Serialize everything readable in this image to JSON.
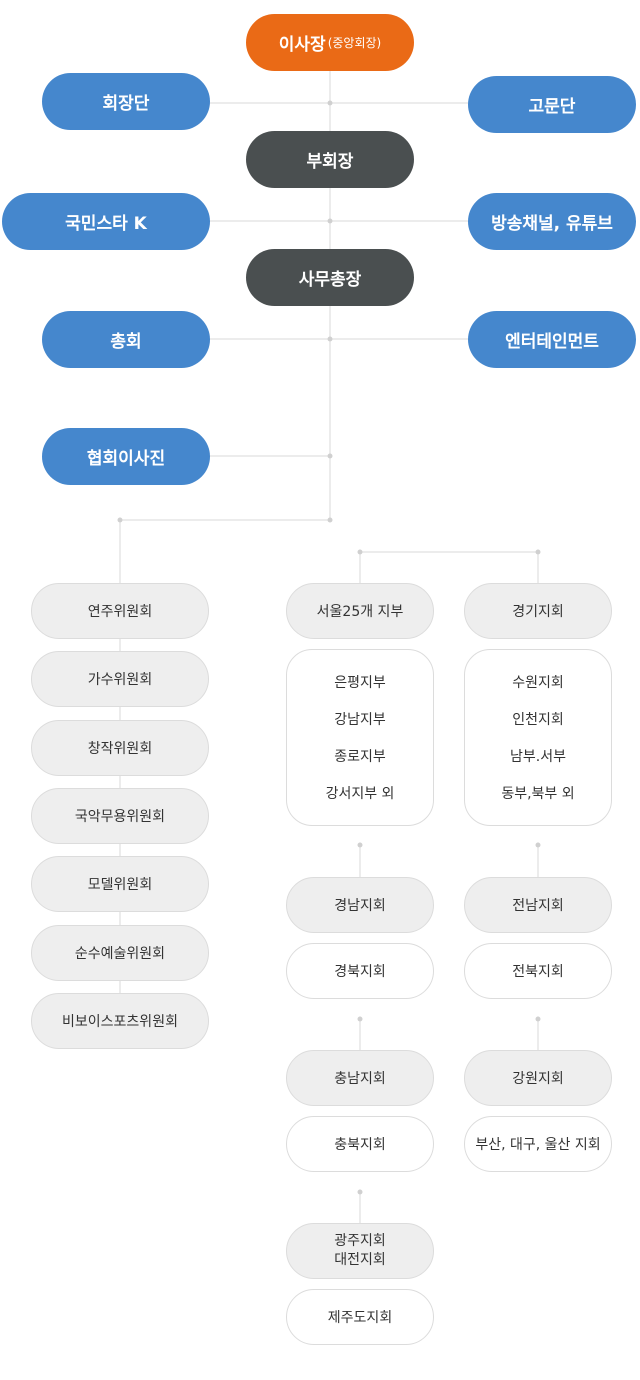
{
  "top": {
    "chairman": "이사장",
    "chairman_sub": "(중앙회장)",
    "leadership": "회장단",
    "advisors": "고문단",
    "vice_chairman": "부회장",
    "national_star": "국민스타 K",
    "channel": "방송채널, 유튜브",
    "secretary_general": "사무총장",
    "general_assembly": "총회",
    "entertainment": "엔터테인먼트",
    "board": "협회이사진"
  },
  "committees": [
    "연주위원회",
    "가수위원회",
    "창작위원회",
    "국악무용위원회",
    "모델위원회",
    "순수예술위원회",
    "비보이스포츠위원회"
  ],
  "seoul": {
    "title": "서울25개 지부",
    "items": [
      "은평지부",
      "강남지부",
      "종로지부",
      "강서지부 외"
    ]
  },
  "gyeonggi": {
    "title": "경기지회",
    "items": [
      "수원지회",
      "인천지회",
      "남부.서부",
      "동부,북부 외"
    ]
  },
  "regions": {
    "gyeongnam": "경남지회",
    "gyeongbuk": "경북지회",
    "jeonnam": "전남지회",
    "jeonbuk": "전북지회",
    "chungnam": "충남지회",
    "chungbuk": "충북지회",
    "gangwon": "강원지회",
    "busan_etc": "부산, 대구, 울산 지회",
    "gwangju": "광주지회",
    "daejeon": "대전지회",
    "jeju": "제주도지회"
  },
  "colors": {
    "orange": "#ea6a16",
    "dark": "#4a4f50",
    "blue": "#4587cd",
    "gray_fill": "#eeeeee",
    "line": "#d9d9d9"
  }
}
